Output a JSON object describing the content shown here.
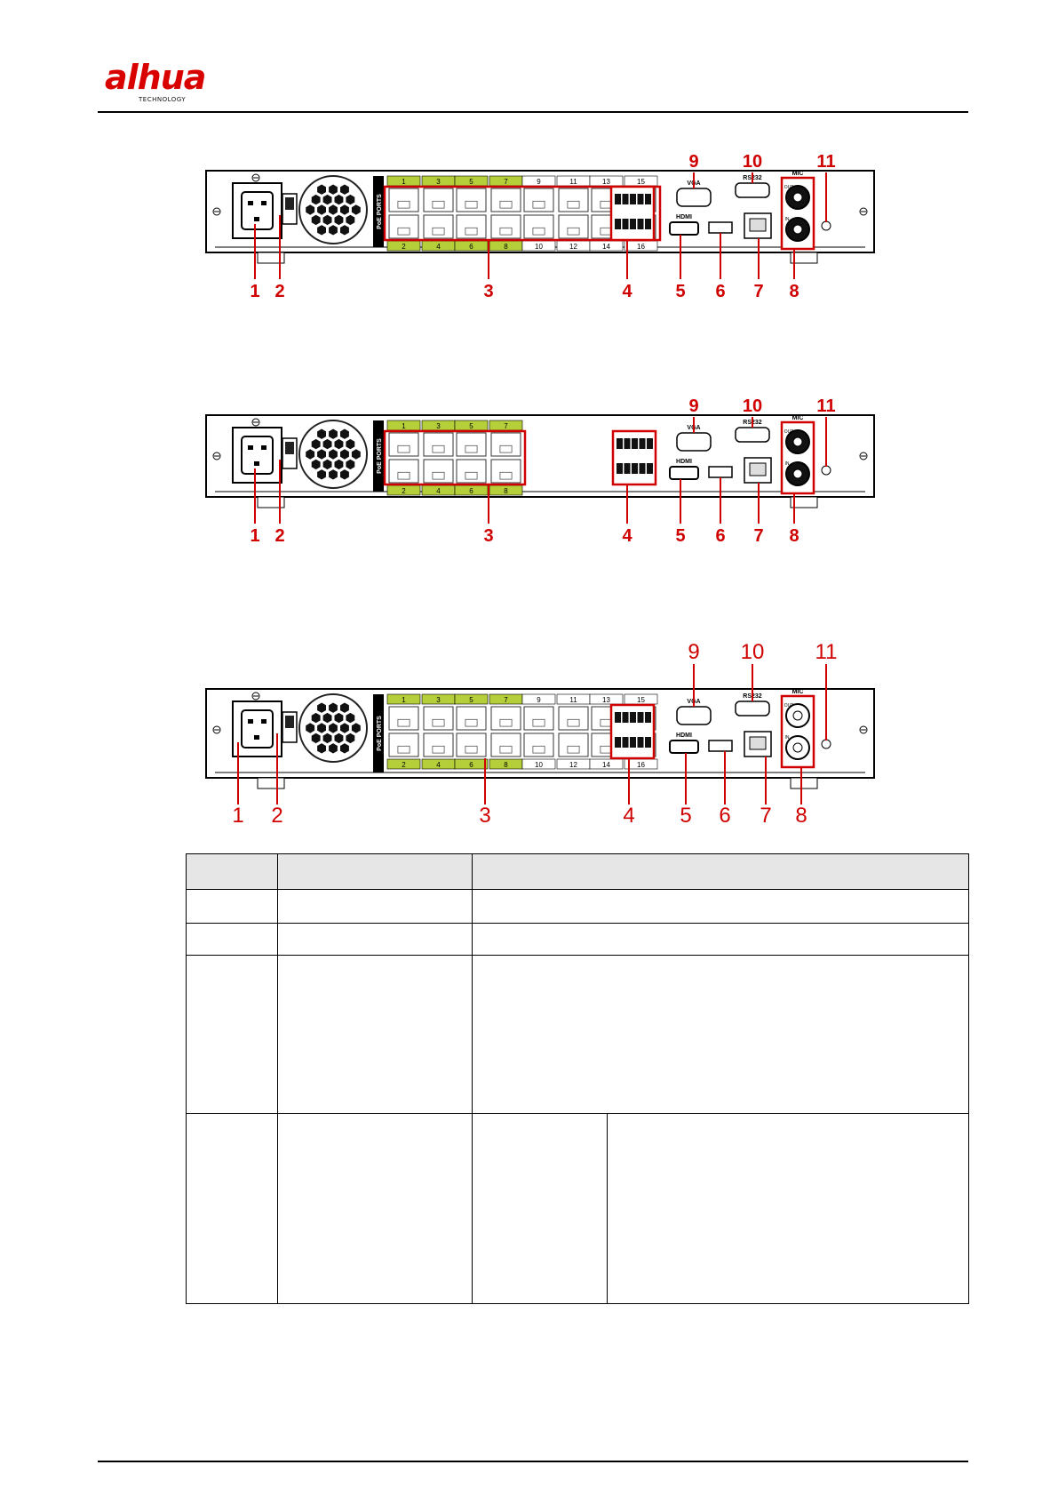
{
  "header": {
    "brand": "alhua",
    "brand_sub": "TECHNOLOGY"
  },
  "figures": [
    {
      "callouts": [
        "1",
        "2",
        "3",
        "4",
        "5",
        "6",
        "7",
        "8",
        "9",
        "10",
        "11"
      ],
      "port_top": [
        "1",
        "3",
        "5",
        "7",
        "9",
        "11",
        "13",
        "15"
      ],
      "port_bottom": [
        "2",
        "4",
        "6",
        "8",
        "10",
        "12",
        "14",
        "16"
      ],
      "poe_label": "PoE PORTS",
      "vga": "VGA",
      "rs232": "RS232",
      "hdmi": "HDMI",
      "mic": "MIC",
      "out": "OUT",
      "in": "IN"
    },
    {
      "callouts": [
        "1",
        "2",
        "3",
        "4",
        "5",
        "6",
        "7",
        "8",
        "9",
        "10",
        "11"
      ],
      "port_top": [
        "1",
        "3",
        "5",
        "7"
      ],
      "port_bottom": [
        "2",
        "4",
        "6",
        "8"
      ],
      "poe_label": "PoE PORTS",
      "vga": "VGA",
      "rs232": "RS232",
      "hdmi": "HDMI",
      "mic": "MIC",
      "out": "OUT",
      "in": "IN"
    },
    {
      "callouts": [
        "1",
        "2",
        "3",
        "4",
        "5",
        "6",
        "7",
        "8",
        "9",
        "10",
        "11"
      ],
      "port_top": [
        "1",
        "3",
        "5",
        "7",
        "9",
        "11",
        "13",
        "15"
      ],
      "port_bottom": [
        "2",
        "4",
        "6",
        "8",
        "10",
        "12",
        "14",
        "16"
      ],
      "poe_label": "PoE PORTS",
      "vga": "VGA",
      "rs232": "RS232",
      "hdmi": "HDMI",
      "mic": "MIC",
      "out": "OUT",
      "in": "IN"
    }
  ],
  "colors": {
    "brand_red": "#d90000",
    "callout_red": "#d00000",
    "port_green": "#b5cf3a",
    "table_header": "#e6e6e6"
  }
}
